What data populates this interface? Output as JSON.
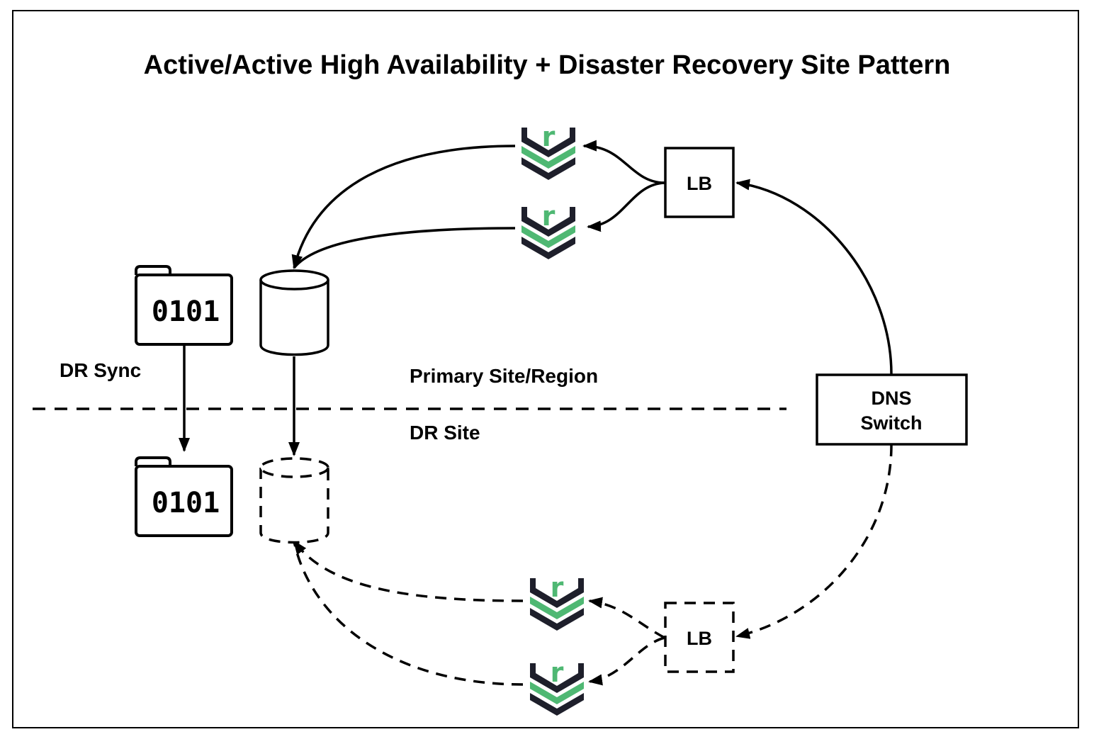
{
  "title": "Active/Active High Availability + Disaster Recovery Site Pattern",
  "regions": {
    "primary": "Primary Site/Region",
    "dr": "DR Site"
  },
  "labels": {
    "dr_sync": "DR Sync"
  },
  "nodes": {
    "lb_primary": "LB",
    "lb_dr": "LB",
    "dns_line1": "DNS",
    "dns_line2": "Switch",
    "folder_primary": "0101",
    "folder_dr": "0101",
    "app_glyph": "r"
  },
  "colors": {
    "app_green": "#4fb873",
    "app_dark": "#1e1f2b",
    "stroke": "#000000"
  },
  "icons": {
    "app_server": "rstudio-connect-chevron-icon",
    "database": "database-cylinder-icon",
    "folder": "binary-folder-icon"
  }
}
